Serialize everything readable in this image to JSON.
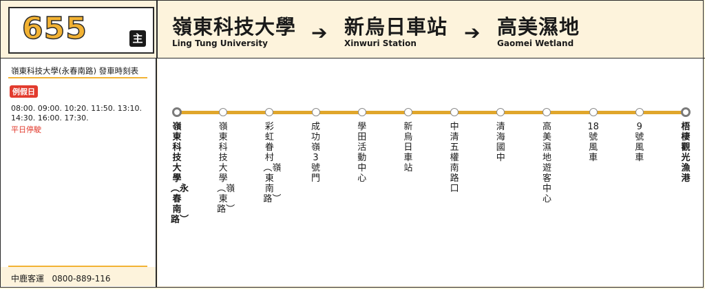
{
  "route": {
    "number": "655",
    "badge": "主"
  },
  "header": {
    "stops": [
      {
        "zh": "嶺東科技大學",
        "en": "Ling Tung University"
      },
      {
        "zh": "新烏日車站",
        "en": "Xinwuri Station"
      },
      {
        "zh": "高美濕地",
        "en": "Gaomei Wetland"
      }
    ],
    "arrow": "➔"
  },
  "timetable": {
    "title": "嶺東科技大學(永春南路) 發車時刻表",
    "holiday_label": "例假日",
    "times_line1": "08:00. 09:00. 10:20. 11:50. 13:10.",
    "times_line2": "14:30. 16:00. 17:30.",
    "no_service": "平日停駛"
  },
  "operator": {
    "name": "中鹿客運",
    "phone": "0800-889-116"
  },
  "stops": [
    {
      "name": "嶺東科技大學︵永春南路︶",
      "terminal": true
    },
    {
      "name": "嶺東科技大學︵嶺東路︶",
      "terminal": false
    },
    {
      "name": "彩虹眷村︵嶺東南路︶",
      "terminal": false
    },
    {
      "name": "成功嶺3號門",
      "terminal": false
    },
    {
      "name": "學田活動中心",
      "terminal": false
    },
    {
      "name": "新烏日車站",
      "terminal": false
    },
    {
      "name": "中清五權南路口",
      "terminal": false
    },
    {
      "name": "清海國中",
      "terminal": false
    },
    {
      "name": "高美濕地遊客中心",
      "terminal": false
    },
    {
      "name": "18號風車",
      "terminal": false
    },
    {
      "name": "9號風車",
      "terminal": false
    },
    {
      "name": "梧棲觀光漁港",
      "terminal": true
    }
  ],
  "colors": {
    "accent": "#f2b233",
    "line": "#e0a62b",
    "alert": "#e23b2e",
    "background": "#fdf3dc"
  }
}
